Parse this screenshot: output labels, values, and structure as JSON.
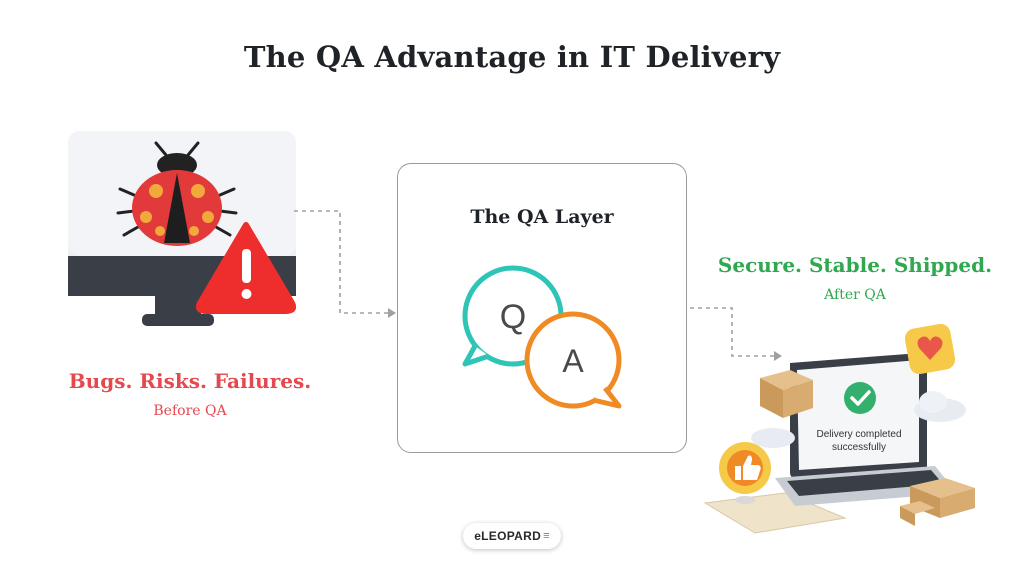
{
  "title": "The QA Advantage in IT Delivery",
  "before": {
    "headline": "Bugs. Risks. Failures.",
    "caption": "Before QA",
    "color": "#e5484d"
  },
  "qa_layer": {
    "title": "The QA Layer",
    "q_letter": "Q",
    "a_letter": "A",
    "q_color": "#2ec4b6",
    "a_color": "#f08a24"
  },
  "after": {
    "headline": "Secure. Stable. Shipped.",
    "caption": "After QA",
    "color": "#2fa84f",
    "screen_line1": "Delivery completed",
    "screen_line2": "successfully"
  },
  "brand": {
    "name": "eLEOPARD"
  },
  "icons": [
    "ladybug-icon",
    "warning-icon",
    "monitor-icon",
    "laptop-icon",
    "checkmark-icon",
    "heart-icon",
    "thumbs-up-icon",
    "package-icon",
    "cloud-icon"
  ]
}
